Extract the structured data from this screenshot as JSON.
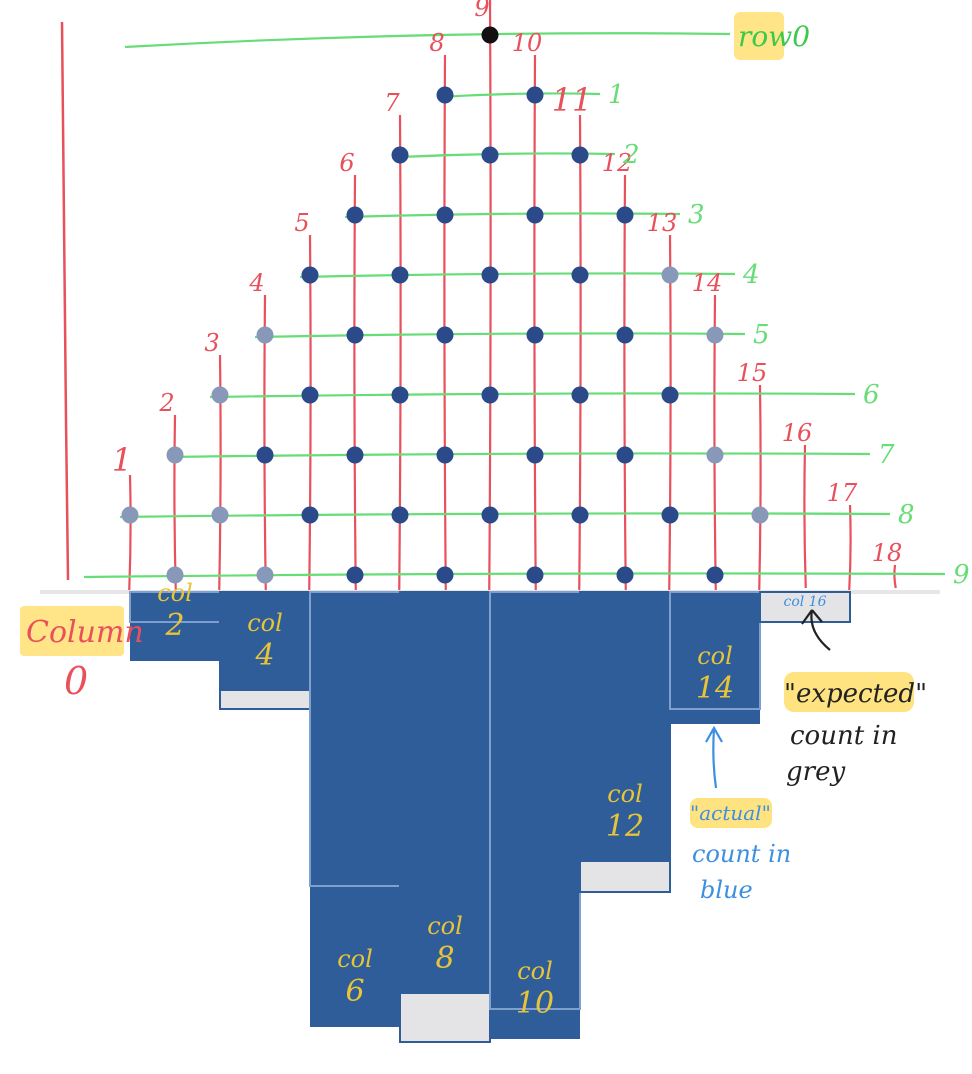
{
  "colors": {
    "column_line": "#e8505b",
    "row_line": "#66dd77",
    "peg_dark": "#2a4a8a",
    "peg_light": "#8898b8",
    "peg_top": "#111111",
    "bar_actual": "#2e5d99",
    "bar_expected": "#e4e4e6",
    "label_yellow": "#e7c438",
    "highlight": "#ffe27a",
    "note_blue": "#3d8fe0"
  },
  "column_labels": {
    "zero": [
      "Column",
      "0"
    ],
    "numbers": [
      "1",
      "2",
      "3",
      "4",
      "5",
      "6",
      "7",
      "8",
      "9",
      "10",
      "11",
      "12",
      "13",
      "14",
      "15",
      "16",
      "17",
      "18"
    ]
  },
  "row_labels": {
    "zero": "row0",
    "numbers": [
      "1",
      "2",
      "3",
      "4",
      "5",
      "6",
      "7",
      "8",
      "9"
    ]
  },
  "pegs": [
    {
      "row": 0,
      "col": 9,
      "shade": "top"
    },
    {
      "row": 1,
      "col": 8,
      "shade": "dark"
    },
    {
      "row": 1,
      "col": 10,
      "shade": "dark"
    },
    {
      "row": 2,
      "col": 7,
      "shade": "dark"
    },
    {
      "row": 2,
      "col": 9,
      "shade": "dark"
    },
    {
      "row": 2,
      "col": 11,
      "shade": "dark"
    },
    {
      "row": 3,
      "col": 6,
      "shade": "dark"
    },
    {
      "row": 3,
      "col": 8,
      "shade": "dark"
    },
    {
      "row": 3,
      "col": 10,
      "shade": "dark"
    },
    {
      "row": 3,
      "col": 12,
      "shade": "dark"
    },
    {
      "row": 4,
      "col": 5,
      "shade": "dark"
    },
    {
      "row": 4,
      "col": 7,
      "shade": "dark"
    },
    {
      "row": 4,
      "col": 9,
      "shade": "dark"
    },
    {
      "row": 4,
      "col": 11,
      "shade": "dark"
    },
    {
      "row": 4,
      "col": 13,
      "shade": "light"
    },
    {
      "row": 5,
      "col": 4,
      "shade": "light"
    },
    {
      "row": 5,
      "col": 6,
      "shade": "dark"
    },
    {
      "row": 5,
      "col": 8,
      "shade": "dark"
    },
    {
      "row": 5,
      "col": 10,
      "shade": "dark"
    },
    {
      "row": 5,
      "col": 12,
      "shade": "dark"
    },
    {
      "row": 5,
      "col": 14,
      "shade": "light"
    },
    {
      "row": 6,
      "col": 3,
      "shade": "light"
    },
    {
      "row": 6,
      "col": 5,
      "shade": "dark"
    },
    {
      "row": 6,
      "col": 7,
      "shade": "dark"
    },
    {
      "row": 6,
      "col": 9,
      "shade": "dark"
    },
    {
      "row": 6,
      "col": 11,
      "shade": "dark"
    },
    {
      "row": 6,
      "col": 13,
      "shade": "dark"
    },
    {
      "row": 7,
      "col": 2,
      "shade": "light"
    },
    {
      "row": 7,
      "col": 4,
      "shade": "dark"
    },
    {
      "row": 7,
      "col": 6,
      "shade": "dark"
    },
    {
      "row": 7,
      "col": 8,
      "shade": "dark"
    },
    {
      "row": 7,
      "col": 10,
      "shade": "dark"
    },
    {
      "row": 7,
      "col": 12,
      "shade": "dark"
    },
    {
      "row": 7,
      "col": 14,
      "shade": "light"
    },
    {
      "row": 8,
      "col": 1,
      "shade": "light"
    },
    {
      "row": 8,
      "col": 3,
      "shade": "light"
    },
    {
      "row": 8,
      "col": 5,
      "shade": "dark"
    },
    {
      "row": 8,
      "col": 7,
      "shade": "dark"
    },
    {
      "row": 8,
      "col": 9,
      "shade": "dark"
    },
    {
      "row": 8,
      "col": 11,
      "shade": "dark"
    },
    {
      "row": 8,
      "col": 13,
      "shade": "dark"
    },
    {
      "row": 8,
      "col": 15,
      "shade": "light"
    },
    {
      "row": 9,
      "col": 2,
      "shade": "light"
    },
    {
      "row": 9,
      "col": 4,
      "shade": "light"
    },
    {
      "row": 9,
      "col": 6,
      "shade": "dark"
    },
    {
      "row": 9,
      "col": 8,
      "shade": "dark"
    },
    {
      "row": 9,
      "col": 10,
      "shade": "dark"
    },
    {
      "row": 9,
      "col": 12,
      "shade": "dark"
    },
    {
      "row": 9,
      "col": 14,
      "shade": "dark"
    }
  ],
  "histogram": {
    "bins": [
      {
        "label": [
          "col",
          "2"
        ],
        "col": 2,
        "actual": 2.3,
        "expected": 1.0
      },
      {
        "label": [
          "col",
          "4"
        ],
        "col": 4,
        "actual": 3.3,
        "expected": 3.9
      },
      {
        "label": [
          "col",
          "6"
        ],
        "col": 6,
        "actual": 14.5,
        "expected": 9.8
      },
      {
        "label": [
          "col",
          "8"
        ],
        "col": 8,
        "actual": 13.4,
        "expected": 15.0
      },
      {
        "label": [
          "col",
          "10"
        ],
        "col": 10,
        "actual": 14.9,
        "expected": 13.9
      },
      {
        "label": [
          "col",
          "12"
        ],
        "col": 12,
        "actual": 9.0,
        "expected": 10.0
      },
      {
        "label": [
          "col",
          "14"
        ],
        "col": 14,
        "actual": 4.4,
        "expected": 3.9
      },
      {
        "label": [
          "col",
          "16"
        ],
        "col": 16,
        "actual": 0.0,
        "expected": 1.0
      }
    ]
  },
  "notes": {
    "expected": [
      "\"expected\"",
      "count in",
      "grey"
    ],
    "actual": [
      "\"actual\"",
      "count in",
      "blue"
    ]
  }
}
